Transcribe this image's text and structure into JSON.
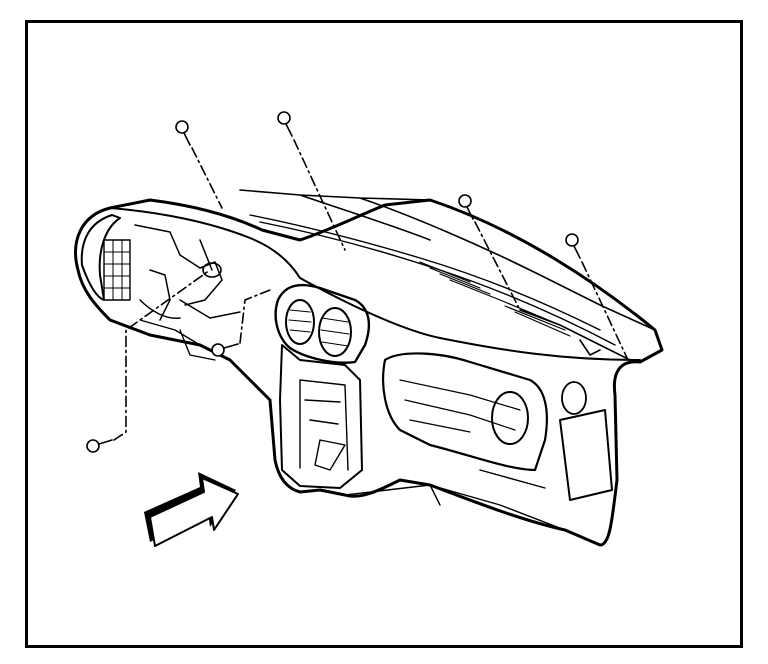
{
  "figure": {
    "type": "exploded-view line drawing",
    "subject": "instrument-panel-carrier",
    "fasteners": [
      "bolt-top-left",
      "bolt-top-center",
      "bolt-top-right-1",
      "bolt-top-right-2",
      "bolt-mid-left",
      "bolt-lower-left"
    ],
    "direction_arrow": "front-of-vehicle-arrow",
    "colors": {
      "line": "#000000",
      "background": "#ffffff"
    }
  }
}
